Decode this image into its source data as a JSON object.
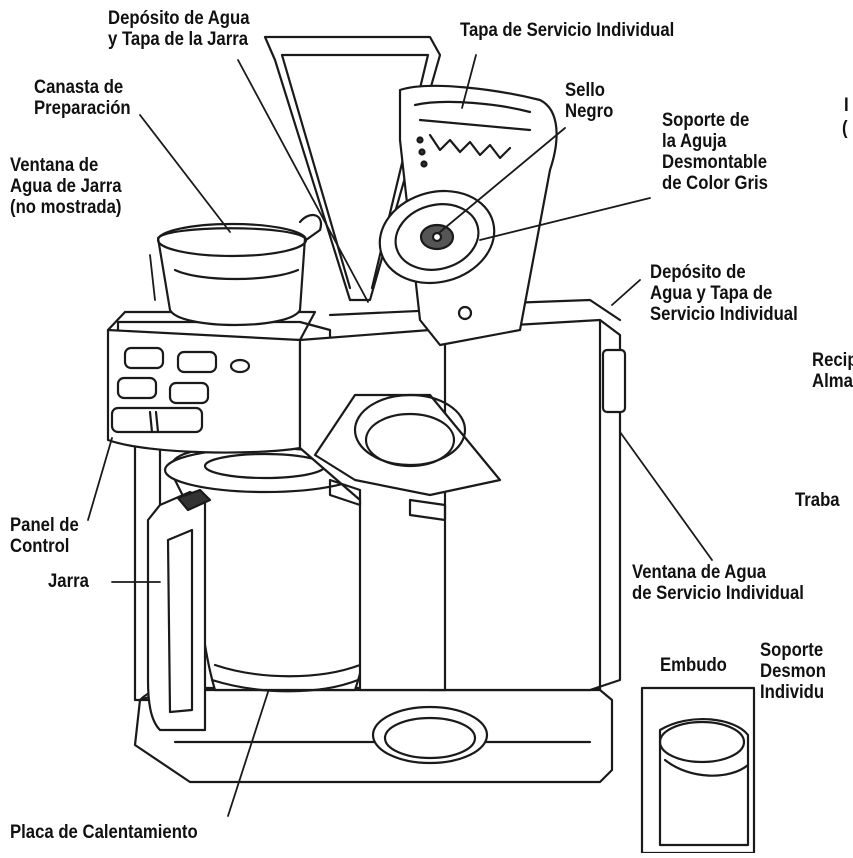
{
  "labels": {
    "deposito_jarra": [
      "Depósito de Agua",
      "y Tapa de la Jarra"
    ],
    "tapa_servicio": [
      "Tapa de Servicio Individual"
    ],
    "canasta": [
      "Canasta de",
      "Preparación"
    ],
    "sello": [
      "Sello",
      "Negro"
    ],
    "soporte_aguja": [
      "Soporte de",
      "la Aguja",
      "Desmontable",
      "de Color Gris"
    ],
    "ventana_jarra": [
      "Ventana de",
      "Agua de Jarra",
      "(no mostrada)"
    ],
    "deposito_servicio": [
      "Depósito de",
      "Agua y Tapa de",
      "Servicio Individual"
    ],
    "recip": [
      "Recip",
      "Alma"
    ],
    "traba": [
      "Traba"
    ],
    "panel": [
      "Panel de",
      "Control"
    ],
    "ventana_servicio": [
      "Ventana de Agua",
      "de Servicio Individual"
    ],
    "soporte_desmon": [
      "Soporte",
      "Desmon",
      "Individu"
    ],
    "jarra": [
      "Jarra"
    ],
    "embudo": [
      "Embudo"
    ],
    "placa": [
      "Placa de Calentamiento"
    ],
    "cut_i": [
      "I"
    ],
    "cut_c": [
      "("
    ]
  }
}
